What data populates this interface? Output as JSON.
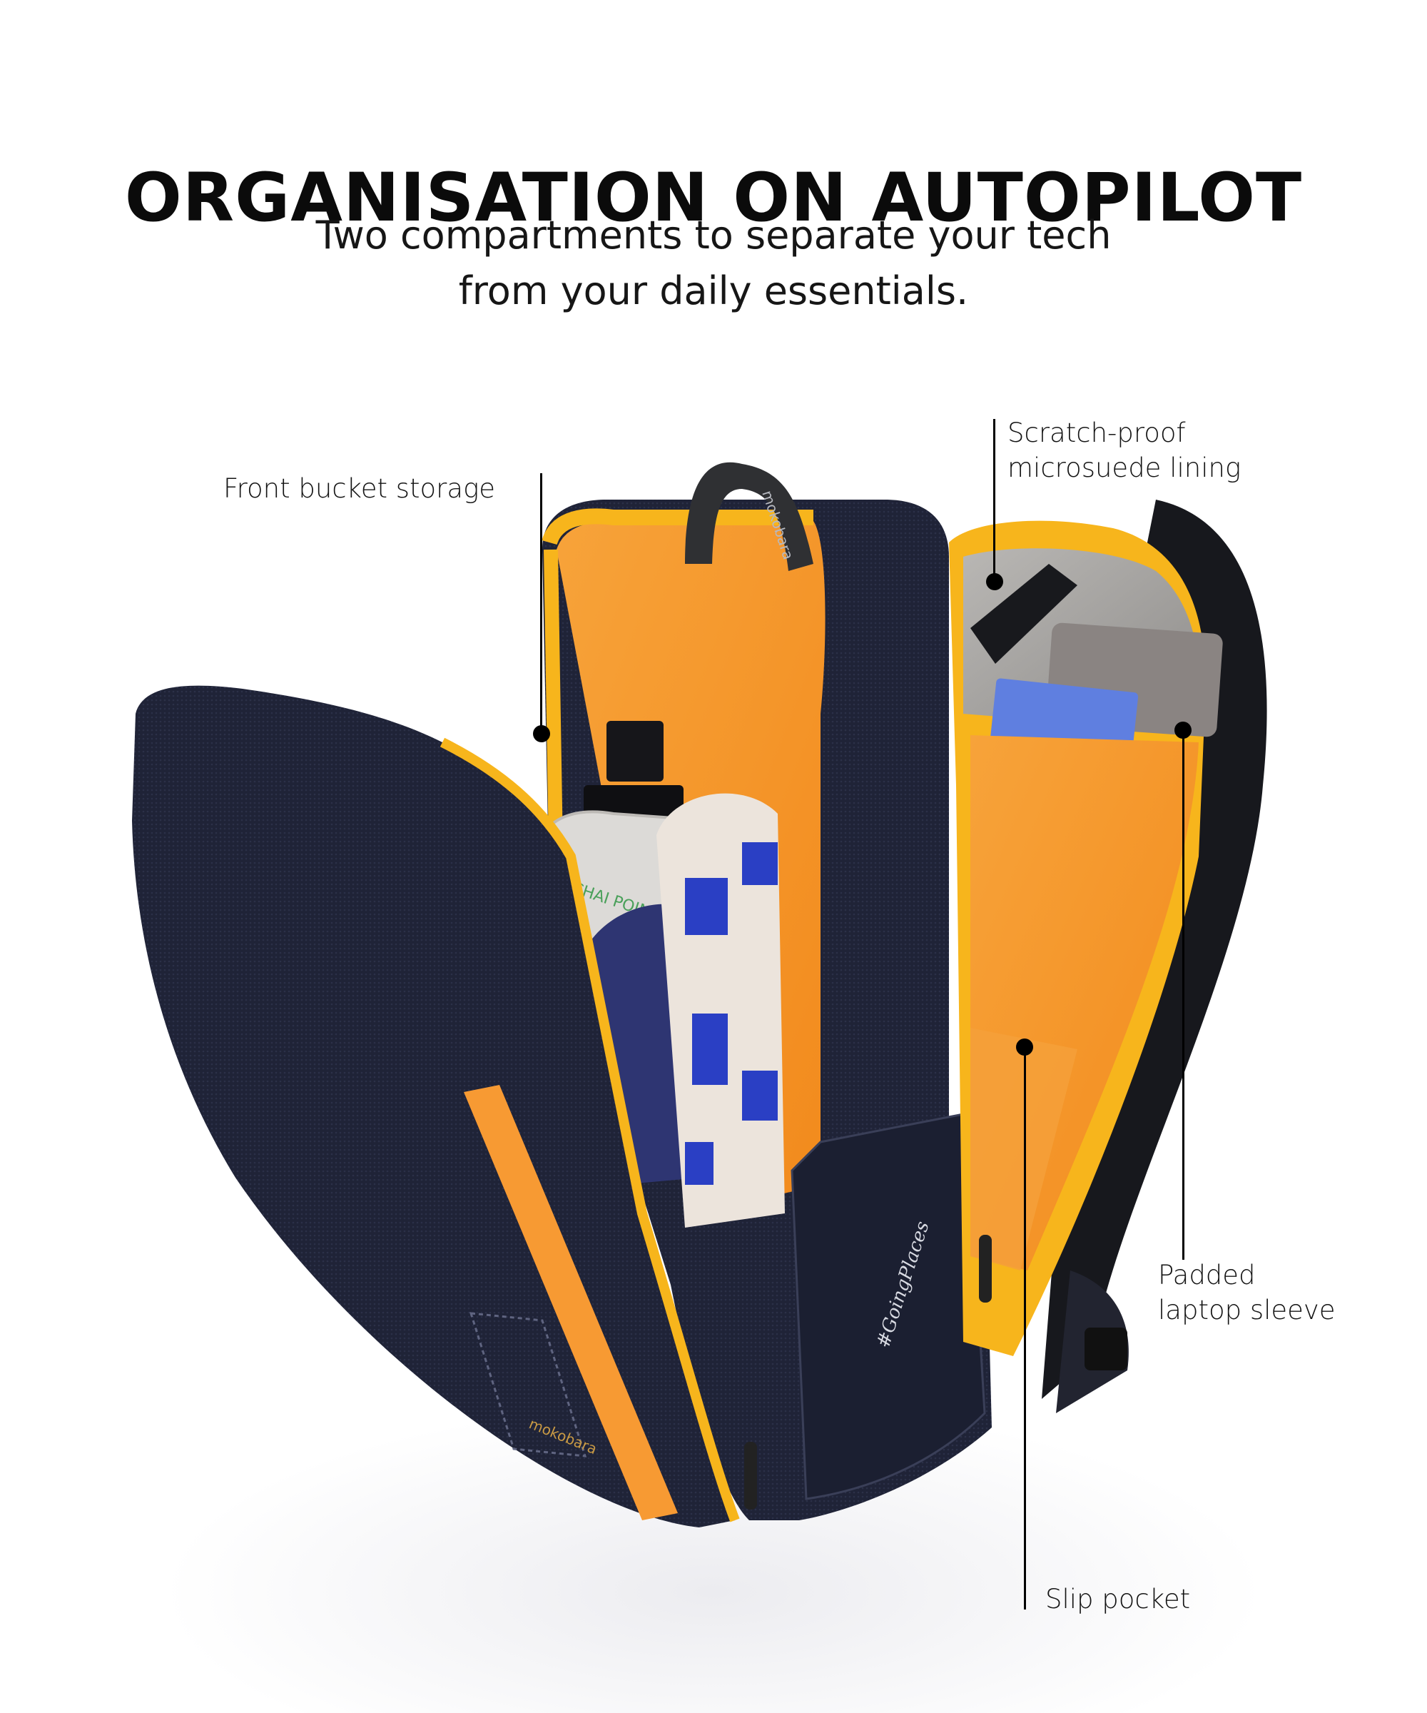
{
  "header": {
    "title": "ORGANISATION ON AUTOPILOT",
    "subtitle_line1": "Two compartments to separate your tech",
    "subtitle_line2": "from your daily essentials."
  },
  "callouts": [
    {
      "id": "front-bucket-storage",
      "label": "Front bucket storage"
    },
    {
      "id": "scratch-proof-lining",
      "label_line1": "Scratch-proof",
      "label_line2": "microsuede lining"
    },
    {
      "id": "padded-laptop-sleeve",
      "label_line1": "Padded",
      "label_line2": "laptop sleeve"
    },
    {
      "id": "slip-pocket",
      "label": "Slip pocket"
    }
  ],
  "product": {
    "brand_mark": "mokobara",
    "tagline_embroidery": "#GoingPlaces",
    "lunchbox_print": "CHAI POINT"
  },
  "colors": {
    "navy_fabric": "#1e2236",
    "navy_dark": "#141726",
    "orange_lining": "#f59a2a",
    "yellow_trim": "#f7b51c",
    "grey_suede": "#a7a5a3",
    "blue_towel": "#2a3fc4",
    "cream_towel": "#ece4dc"
  }
}
